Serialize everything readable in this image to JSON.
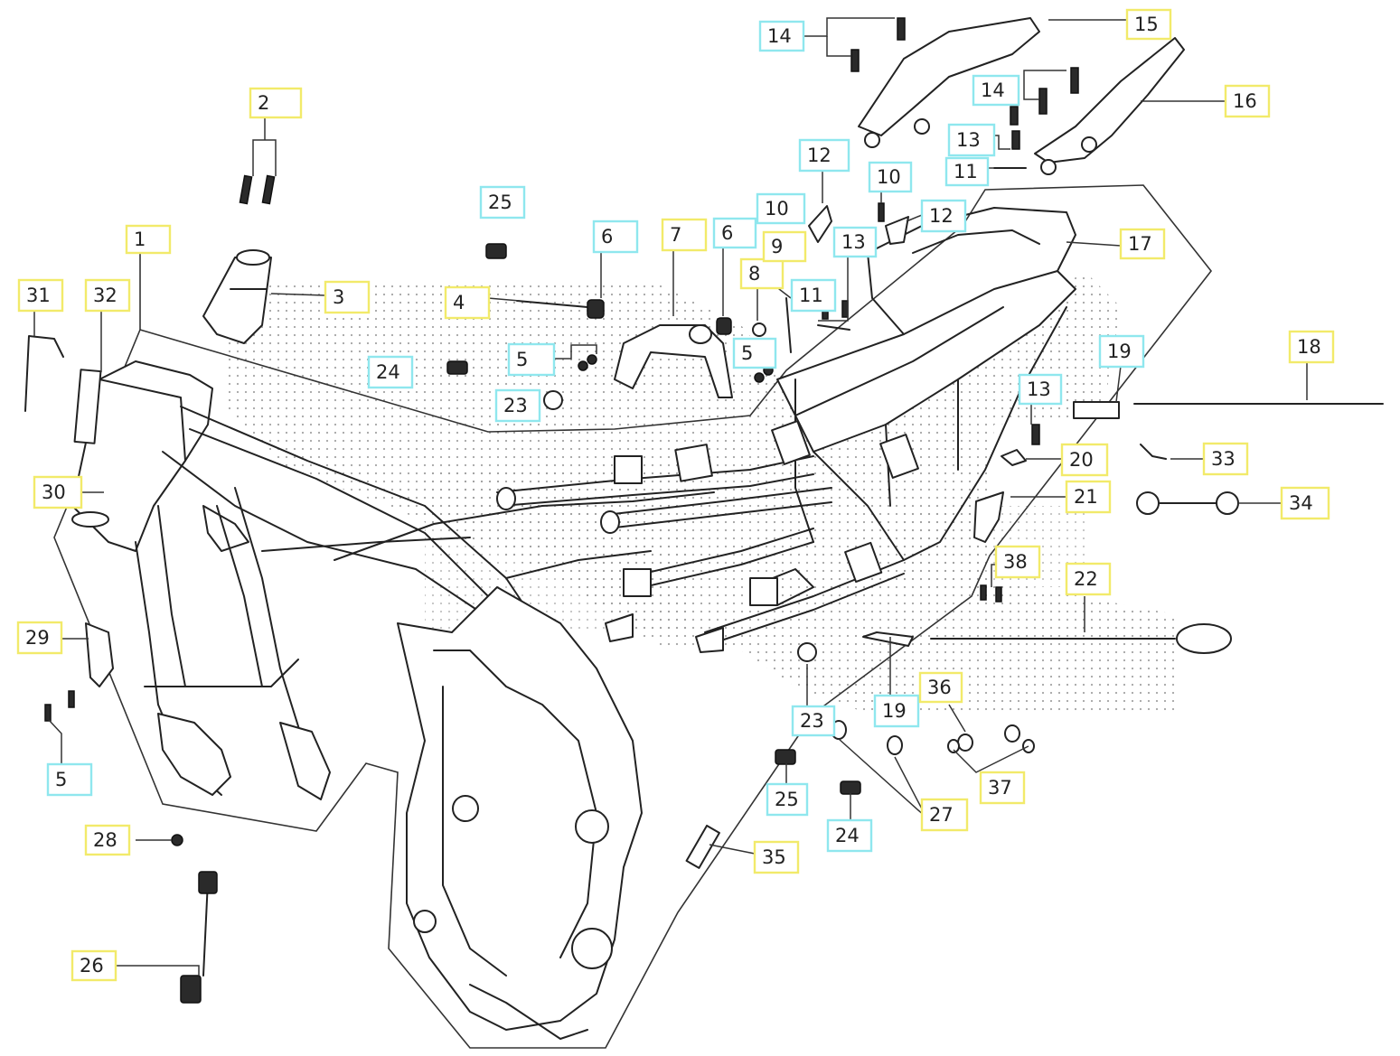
{
  "colors": {
    "yellow_tag": "#f2ea6a",
    "cyan_tag": "#8fe7ee",
    "line": "#222222",
    "dots": "#9a9a9a"
  },
  "callouts": [
    {
      "id": "c1",
      "label": "1",
      "color": "yellow"
    },
    {
      "id": "c2",
      "label": "2",
      "color": "yellow"
    },
    {
      "id": "c3",
      "label": "3",
      "color": "yellow"
    },
    {
      "id": "c4",
      "label": "4",
      "color": "yellow"
    },
    {
      "id": "c5a",
      "label": "5",
      "color": "cyan"
    },
    {
      "id": "c5b",
      "label": "5",
      "color": "cyan"
    },
    {
      "id": "c5c",
      "label": "5",
      "color": "cyan"
    },
    {
      "id": "c6a",
      "label": "6",
      "color": "cyan"
    },
    {
      "id": "c6b",
      "label": "6",
      "color": "cyan"
    },
    {
      "id": "c7",
      "label": "7",
      "color": "yellow"
    },
    {
      "id": "c8",
      "label": "8",
      "color": "yellow"
    },
    {
      "id": "c9",
      "label": "9",
      "color": "yellow"
    },
    {
      "id": "c10a",
      "label": "10",
      "color": "cyan"
    },
    {
      "id": "c10b",
      "label": "10",
      "color": "cyan"
    },
    {
      "id": "c11a",
      "label": "11",
      "color": "cyan"
    },
    {
      "id": "c11b",
      "label": "11",
      "color": "cyan"
    },
    {
      "id": "c12a",
      "label": "12",
      "color": "cyan"
    },
    {
      "id": "c12b",
      "label": "12",
      "color": "cyan"
    },
    {
      "id": "c13a",
      "label": "13",
      "color": "cyan"
    },
    {
      "id": "c13b",
      "label": "13",
      "color": "cyan"
    },
    {
      "id": "c13c",
      "label": "13",
      "color": "cyan"
    },
    {
      "id": "c14a",
      "label": "14",
      "color": "cyan"
    },
    {
      "id": "c14b",
      "label": "14",
      "color": "cyan"
    },
    {
      "id": "c15",
      "label": "15",
      "color": "yellow"
    },
    {
      "id": "c16",
      "label": "16",
      "color": "yellow"
    },
    {
      "id": "c17",
      "label": "17",
      "color": "yellow"
    },
    {
      "id": "c18",
      "label": "18",
      "color": "yellow"
    },
    {
      "id": "c19a",
      "label": "19",
      "color": "cyan"
    },
    {
      "id": "c19b",
      "label": "19",
      "color": "cyan"
    },
    {
      "id": "c20",
      "label": "20",
      "color": "yellow"
    },
    {
      "id": "c21",
      "label": "21",
      "color": "yellow"
    },
    {
      "id": "c22",
      "label": "22",
      "color": "yellow"
    },
    {
      "id": "c23a",
      "label": "23",
      "color": "cyan"
    },
    {
      "id": "c23b",
      "label": "23",
      "color": "cyan"
    },
    {
      "id": "c24a",
      "label": "24",
      "color": "cyan"
    },
    {
      "id": "c24b",
      "label": "24",
      "color": "cyan"
    },
    {
      "id": "c25a",
      "label": "25",
      "color": "cyan"
    },
    {
      "id": "c25b",
      "label": "25",
      "color": "cyan"
    },
    {
      "id": "c26",
      "label": "26",
      "color": "yellow"
    },
    {
      "id": "c27",
      "label": "27",
      "color": "yellow"
    },
    {
      "id": "c28",
      "label": "28",
      "color": "yellow"
    },
    {
      "id": "c29",
      "label": "29",
      "color": "yellow"
    },
    {
      "id": "c30",
      "label": "30",
      "color": "yellow"
    },
    {
      "id": "c31",
      "label": "31",
      "color": "yellow"
    },
    {
      "id": "c32",
      "label": "32",
      "color": "yellow"
    },
    {
      "id": "c33",
      "label": "33",
      "color": "yellow"
    },
    {
      "id": "c34",
      "label": "34",
      "color": "yellow"
    },
    {
      "id": "c35",
      "label": "35",
      "color": "yellow"
    },
    {
      "id": "c36",
      "label": "36",
      "color": "yellow"
    },
    {
      "id": "c37",
      "label": "37",
      "color": "yellow"
    },
    {
      "id": "c38",
      "label": "38",
      "color": "yellow"
    }
  ]
}
